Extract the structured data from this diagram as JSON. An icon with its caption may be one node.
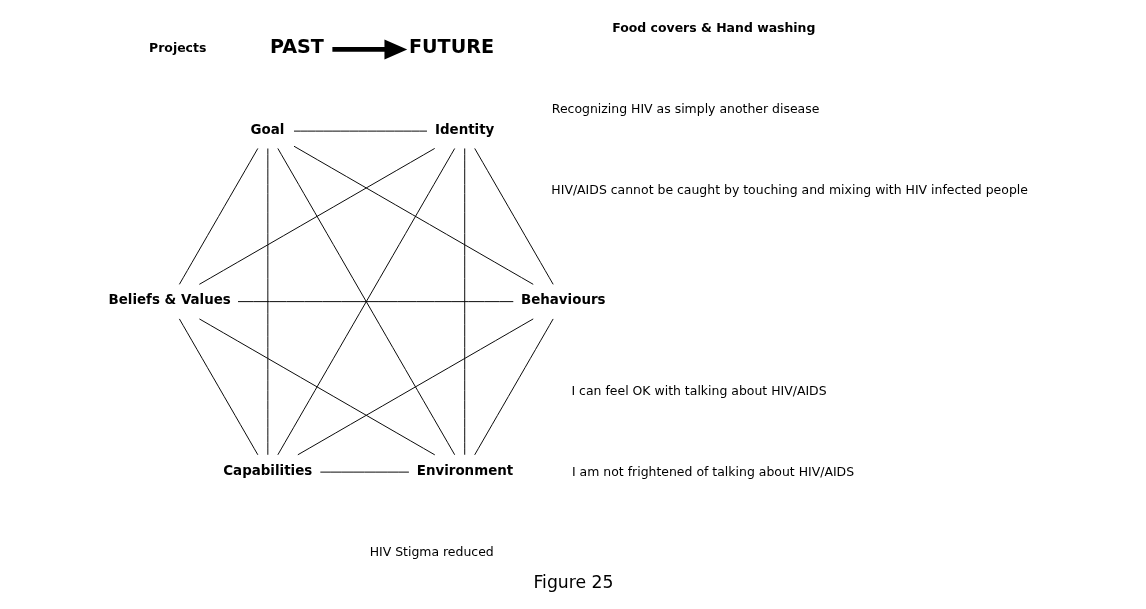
{
  "diagram": {
    "caption": "Figure 25",
    "nodes": [
      {
        "text": [
          "Environment"
        ]
      },
      {
        "text": [
          "Behaviours"
        ]
      },
      {
        "text": [
          "Beliefs & Values"
        ]
      },
      {
        "text": [
          "Goal"
        ]
      },
      {
        "text": [
          "Identity"
        ]
      },
      {
        "text": [
          "Capabilities"
        ]
      },
      {
        "text": [
          "PAST"
        ]
      },
      {
        "text": [
          "FUTURE"
        ]
      }
    ],
    "edges": [
      {
        "from": 0,
        "to": 1,
        "arrow": "none"
      },
      {
        "from": 1,
        "to": 2,
        "arrow": "none"
      },
      {
        "from": 2,
        "to": 3,
        "arrow": "none"
      },
      {
        "from": 3,
        "to": 4,
        "arrow": "none"
      },
      {
        "from": 4,
        "to": 5,
        "arrow": "none"
      },
      {
        "from": 5,
        "to": 0,
        "arrow": "none"
      },
      {
        "from": 0,
        "to": 2,
        "arrow": "none"
      },
      {
        "from": 0,
        "to": 3,
        "arrow": "none"
      },
      {
        "from": 0,
        "to": 4,
        "arrow": "none"
      },
      {
        "from": 1,
        "to": 3,
        "arrow": "none"
      },
      {
        "from": 1,
        "to": 4,
        "arrow": "none"
      },
      {
        "from": 1,
        "to": 5,
        "arrow": "none"
      },
      {
        "from": 2,
        "to": 4,
        "arrow": "none"
      },
      {
        "from": 2,
        "to": 5,
        "arrow": "none"
      },
      {
        "from": 3,
        "to": 5,
        "arrow": "none"
      },
      {
        "from": 6,
        "to": 7,
        "arrow": "to",
        "style": "thick"
      }
    ],
    "labels": [
      "HIV Stigma reduced",
      "I can feel OK with talking about HIV/AIDS",
      "Projects",
      "Food covers & Hand washing",
      "HIV/AIDS cannot be caught by touching and mixing with HIV infected people",
      "Recognizing HIV as simply another disease",
      "I am not frightened of talking about HIV/AIDS"
    ]
  }
}
